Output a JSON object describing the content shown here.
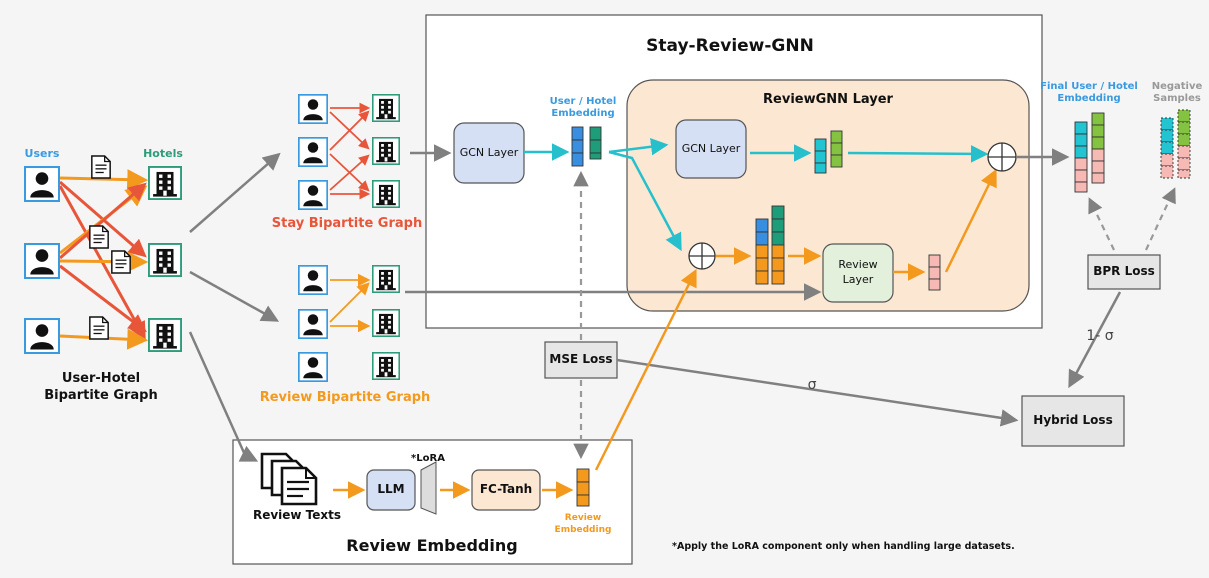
{
  "title": "Stay-Review-GNN",
  "left": {
    "users_label": "Users",
    "hotels_label": "Hotels",
    "caption_line1": "User-Hotel",
    "caption_line2": "Bipartite Graph"
  },
  "stay_graph_label": "Stay Bipartite Graph",
  "review_graph_label": "Review Bipartite Graph",
  "gcn_layer_label": "GCN Layer",
  "embedding_label_line1": "User / Hotel",
  "embedding_label_line2": "Embedding",
  "reviewgnn": {
    "title": "ReviewGNN Layer",
    "gcn_label": "GCN Layer",
    "review_layer_line1": "Review",
    "review_layer_line2": "Layer"
  },
  "final_embedding_line1": "Final User / Hotel",
  "final_embedding_line2": "Embedding",
  "negative_line1": "Negative",
  "negative_line2": "Samples",
  "bpr_loss": "BPR Loss",
  "mse_loss": "MSE Loss",
  "hybrid_loss": "Hybrid Loss",
  "sigma": "σ",
  "one_minus_sigma": "1- σ",
  "review_embedding_section": {
    "title": "Review Embedding",
    "review_texts": "Review Texts",
    "llm": "LLM",
    "lora": "*LoRA",
    "fc_tanh": "FC-Tanh",
    "embedding_line1": "Review",
    "embedding_line2": "Embedding"
  },
  "footnote": "*Apply the LoRA component only when handling large datasets.",
  "colors": {
    "user_border": "#3a9ae0",
    "hotel_border": "#2e9c7a",
    "stay_edge": "#e8563a",
    "review_edge": "#f39a1e",
    "cyan_arrow": "#26c0cc",
    "gray_arrow": "#808080",
    "gcn_fill": "#d6e0f5",
    "reviewgnn_fill": "#fbe7d2",
    "review_layer_fill": "#e2f0dc",
    "embed_blue": "#3a8ee0",
    "embed_green": "#1f9c7a",
    "embed_orange": "#f39a1e",
    "embed_cyan": "#21c4d0",
    "embed_lightgreen": "#84c341",
    "embed_pink": "#f7b9b4"
  }
}
